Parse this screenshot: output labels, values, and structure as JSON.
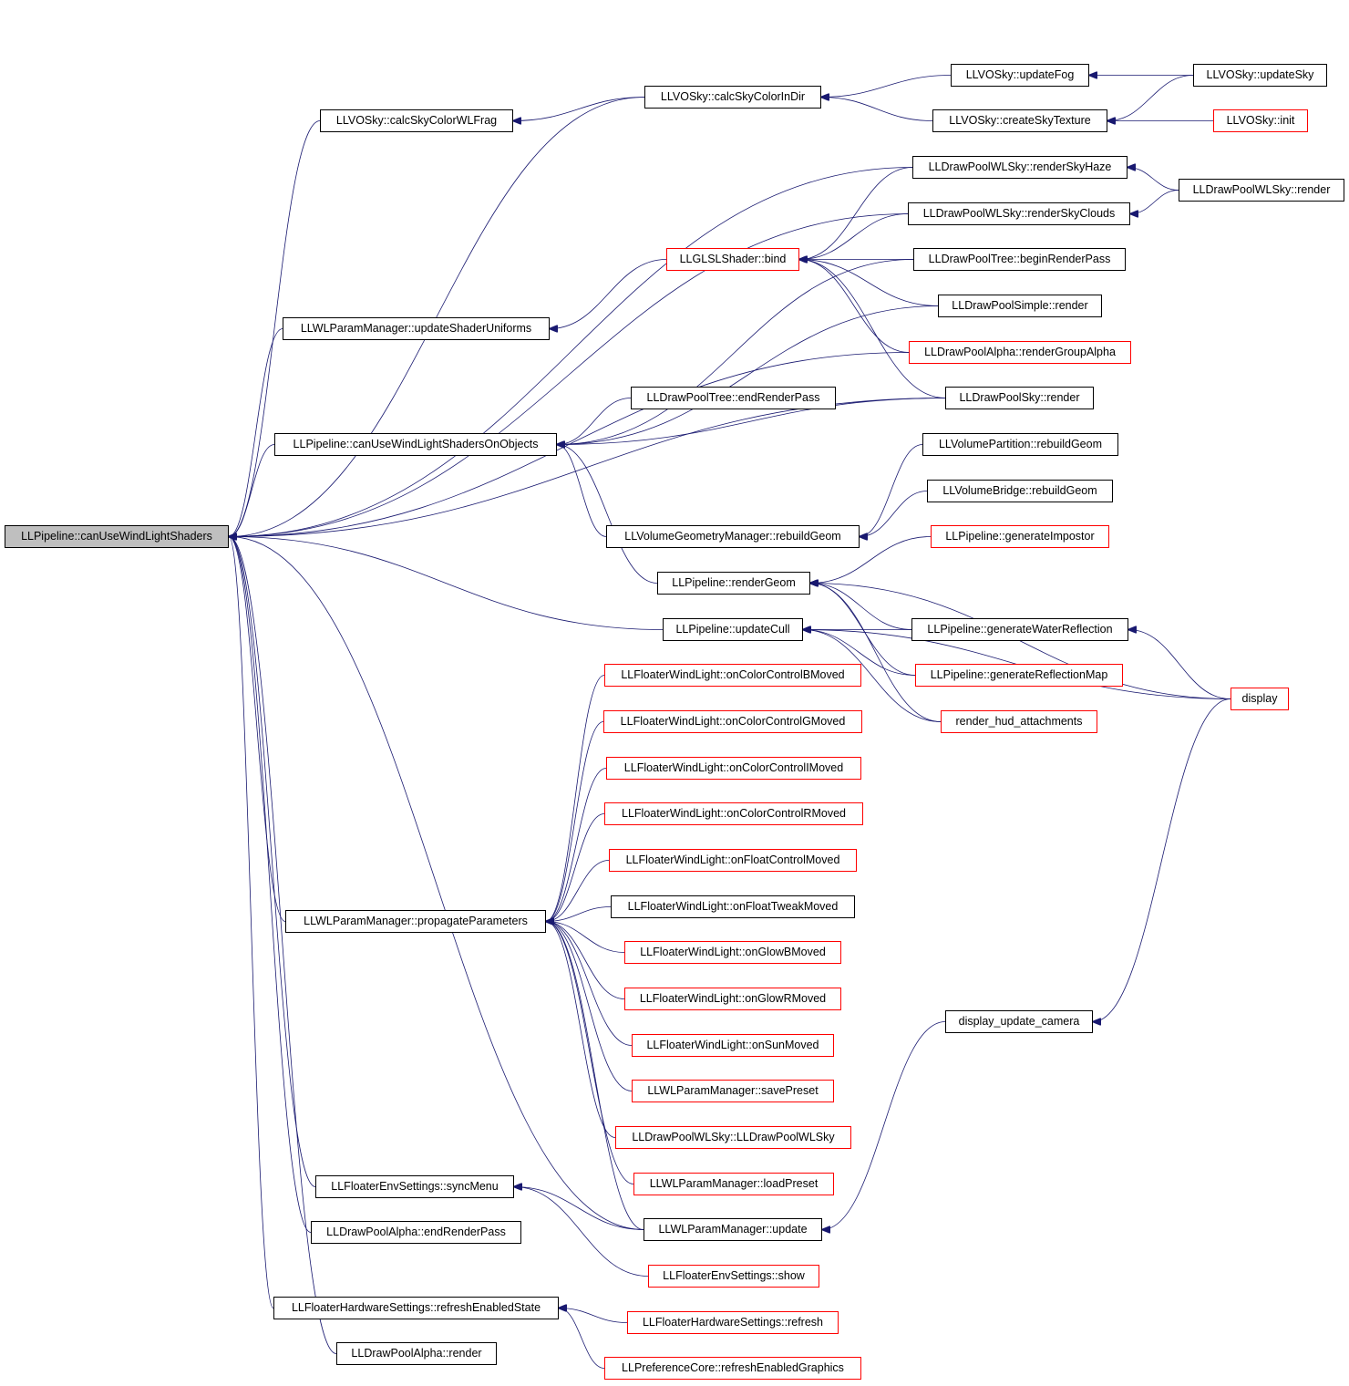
{
  "diagram": {
    "nodes": [
      {
        "id": "root",
        "label": "LLPipeline::canUseWindLightShaders",
        "style": "root"
      },
      {
        "id": "calcWL",
        "label": "LLVOSky::calcSkyColorWLFrag",
        "style": "normal"
      },
      {
        "id": "calcDir",
        "label": "LLVOSky::calcSkyColorInDir",
        "style": "normal"
      },
      {
        "id": "updFog",
        "label": "LLVOSky::updateFog",
        "style": "normal"
      },
      {
        "id": "updSky",
        "label": "LLVOSky::updateSky",
        "style": "normal"
      },
      {
        "id": "crTex",
        "label": "LLVOSky::createSkyTexture",
        "style": "normal"
      },
      {
        "id": "skyInit",
        "label": "LLVOSky::init",
        "style": "red"
      },
      {
        "id": "haze",
        "label": "LLDrawPoolWLSky::renderSkyHaze",
        "style": "normal"
      },
      {
        "id": "wlRender",
        "label": "LLDrawPoolWLSky::render",
        "style": "normal"
      },
      {
        "id": "clouds",
        "label": "LLDrawPoolWLSky::renderSkyClouds",
        "style": "normal"
      },
      {
        "id": "bind",
        "label": "LLGLSLShader::bind",
        "style": "red"
      },
      {
        "id": "treeBegin",
        "label": "LLDrawPoolTree::beginRenderPass",
        "style": "normal"
      },
      {
        "id": "simple",
        "label": "LLDrawPoolSimple::render",
        "style": "normal"
      },
      {
        "id": "upd",
        "label": "LLWLParamManager::updateShaderUniforms",
        "style": "normal"
      },
      {
        "id": "alphaGroup",
        "label": "LLDrawPoolAlpha::renderGroupAlpha",
        "style": "red"
      },
      {
        "id": "treeEnd",
        "label": "LLDrawPoolTree::endRenderPass",
        "style": "normal"
      },
      {
        "id": "skyRender",
        "label": "LLDrawPoolSky::render",
        "style": "normal"
      },
      {
        "id": "canObj",
        "label": "LLPipeline::canUseWindLightShadersOnObjects",
        "style": "normal"
      },
      {
        "id": "volPart",
        "label": "LLVolumePartition::rebuildGeom",
        "style": "normal"
      },
      {
        "id": "volBridge",
        "label": "LLVolumeBridge::rebuildGeom",
        "style": "normal"
      },
      {
        "id": "volGeom",
        "label": "LLVolumeGeometryManager::rebuildGeom",
        "style": "normal"
      },
      {
        "id": "genImp",
        "label": "LLPipeline::generateImpostor",
        "style": "red"
      },
      {
        "id": "renderGeom",
        "label": "LLPipeline::renderGeom",
        "style": "normal"
      },
      {
        "id": "updCull",
        "label": "LLPipeline::updateCull",
        "style": "normal"
      },
      {
        "id": "genWater",
        "label": "LLPipeline::generateWaterReflection",
        "style": "normal"
      },
      {
        "id": "genRefl",
        "label": "LLPipeline::generateReflectionMap",
        "style": "red"
      },
      {
        "id": "display",
        "label": "display",
        "style": "red"
      },
      {
        "id": "hud",
        "label": "render_hud_attachments",
        "style": "red"
      },
      {
        "id": "cB",
        "label": "LLFloaterWindLight::onColorControlBMoved",
        "style": "red"
      },
      {
        "id": "cG",
        "label": "LLFloaterWindLight::onColorControlGMoved",
        "style": "red"
      },
      {
        "id": "cI",
        "label": "LLFloaterWindLight::onColorControlIMoved",
        "style": "red"
      },
      {
        "id": "cR",
        "label": "LLFloaterWindLight::onColorControlRMoved",
        "style": "red"
      },
      {
        "id": "fC",
        "label": "LLFloaterWindLight::onFloatControlMoved",
        "style": "red"
      },
      {
        "id": "fT",
        "label": "LLFloaterWindLight::onFloatTweakMoved",
        "style": "normal"
      },
      {
        "id": "prop",
        "label": "LLWLParamManager::propagateParameters",
        "style": "normal"
      },
      {
        "id": "gB",
        "label": "LLFloaterWindLight::onGlowBMoved",
        "style": "red"
      },
      {
        "id": "gR",
        "label": "LLFloaterWindLight::onGlowRMoved",
        "style": "red"
      },
      {
        "id": "sun",
        "label": "LLFloaterWindLight::onSunMoved",
        "style": "red"
      },
      {
        "id": "dispCam",
        "label": "display_update_camera",
        "style": "normal"
      },
      {
        "id": "save",
        "label": "LLWLParamManager::savePreset",
        "style": "red"
      },
      {
        "id": "wlCtor",
        "label": "LLDrawPoolWLSky::LLDrawPoolWLSky",
        "style": "red"
      },
      {
        "id": "load",
        "label": "LLWLParamManager::loadPreset",
        "style": "red"
      },
      {
        "id": "sync",
        "label": "LLFloaterEnvSettings::syncMenu",
        "style": "normal"
      },
      {
        "id": "wlUpdate",
        "label": "LLWLParamManager::update",
        "style": "normal"
      },
      {
        "id": "alphaEnd",
        "label": "LLDrawPoolAlpha::endRenderPass",
        "style": "normal"
      },
      {
        "id": "envShow",
        "label": "LLFloaterEnvSettings::show",
        "style": "red"
      },
      {
        "id": "hwState",
        "label": "LLFloaterHardwareSettings::refreshEnabledState",
        "style": "normal"
      },
      {
        "id": "hwRefresh",
        "label": "LLFloaterHardwareSettings::refresh",
        "style": "red"
      },
      {
        "id": "alphaRender",
        "label": "LLDrawPoolAlpha::render",
        "style": "normal"
      },
      {
        "id": "prefGfx",
        "label": "LLPreferenceCore::refreshEnabledGraphics",
        "style": "red"
      }
    ],
    "edges": [
      [
        "calcWL",
        "root"
      ],
      [
        "calcDir",
        "root"
      ],
      [
        "haze",
        "root"
      ],
      [
        "clouds",
        "root"
      ],
      [
        "upd",
        "root"
      ],
      [
        "canObj",
        "root"
      ],
      [
        "alphaGroup",
        "root"
      ],
      [
        "updCull",
        "root"
      ],
      [
        "prop",
        "root"
      ],
      [
        "sync",
        "root"
      ],
      [
        "alphaEnd",
        "root"
      ],
      [
        "hwState",
        "root"
      ],
      [
        "alphaRender",
        "root"
      ],
      [
        "wlUpdate",
        "root"
      ],
      [
        "skyRender",
        "root"
      ],
      [
        "calcDir",
        "calcWL"
      ],
      [
        "updFog",
        "calcDir"
      ],
      [
        "crTex",
        "calcDir"
      ],
      [
        "updSky",
        "updFog"
      ],
      [
        "updSky",
        "crTex"
      ],
      [
        "skyInit",
        "crTex"
      ],
      [
        "wlRender",
        "haze"
      ],
      [
        "wlRender",
        "clouds"
      ],
      [
        "haze",
        "bind"
      ],
      [
        "clouds",
        "bind"
      ],
      [
        "treeBegin",
        "bind"
      ],
      [
        "simple",
        "bind"
      ],
      [
        "alphaGroup",
        "bind"
      ],
      [
        "skyRender",
        "bind"
      ],
      [
        "bind",
        "upd"
      ],
      [
        "treeBegin",
        "canObj"
      ],
      [
        "simple",
        "canObj"
      ],
      [
        "treeEnd",
        "canObj"
      ],
      [
        "skyRender",
        "canObj"
      ],
      [
        "volGeom",
        "canObj"
      ],
      [
        "renderGeom",
        "canObj"
      ],
      [
        "volPart",
        "volGeom"
      ],
      [
        "volBridge",
        "volGeom"
      ],
      [
        "genImp",
        "renderGeom"
      ],
      [
        "genWater",
        "renderGeom"
      ],
      [
        "genRefl",
        "renderGeom"
      ],
      [
        "hud",
        "renderGeom"
      ],
      [
        "display",
        "renderGeom"
      ],
      [
        "genWater",
        "updCull"
      ],
      [
        "genRefl",
        "updCull"
      ],
      [
        "hud",
        "updCull"
      ],
      [
        "display",
        "updCull"
      ],
      [
        "display",
        "genWater"
      ],
      [
        "display",
        "dispCam"
      ],
      [
        "cB",
        "prop"
      ],
      [
        "cG",
        "prop"
      ],
      [
        "cI",
        "prop"
      ],
      [
        "cR",
        "prop"
      ],
      [
        "fC",
        "prop"
      ],
      [
        "fT",
        "prop"
      ],
      [
        "gB",
        "prop"
      ],
      [
        "gR",
        "prop"
      ],
      [
        "sun",
        "prop"
      ],
      [
        "save",
        "prop"
      ],
      [
        "wlCtor",
        "prop"
      ],
      [
        "load",
        "prop"
      ],
      [
        "wlUpdate",
        "prop"
      ],
      [
        "dispCam",
        "wlUpdate"
      ],
      [
        "wlUpdate",
        "sync"
      ],
      [
        "envShow",
        "sync"
      ],
      [
        "hwRefresh",
        "hwState"
      ],
      [
        "prefGfx",
        "hwState"
      ]
    ]
  }
}
